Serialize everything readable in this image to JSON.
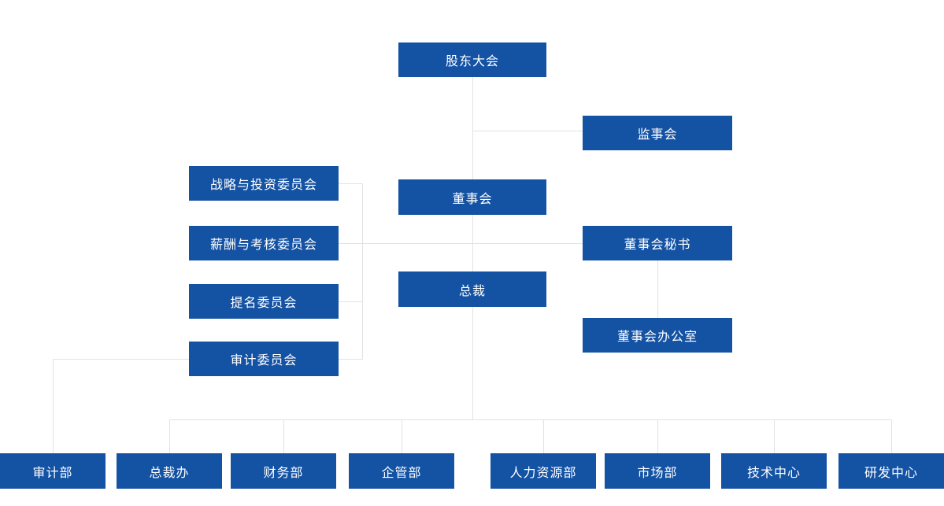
{
  "palette": {
    "node_background": "#1452a3",
    "node_text": "#ffffff",
    "connector": "#e2e2e2",
    "page_background": "#ffffff"
  },
  "org_chart": {
    "nodes": {
      "shareholders_meeting": {
        "label": "股东大会"
      },
      "supervisory_board": {
        "label": "监事会"
      },
      "board_of_directors": {
        "label": "董事会"
      },
      "strategy_investment_committee": {
        "label": "战略与投资委员会"
      },
      "compensation_assessment_committee": {
        "label": "薪酬与考核委员会"
      },
      "nomination_committee": {
        "label": "提名委员会"
      },
      "audit_committee": {
        "label": "审计委员会"
      },
      "board_secretary": {
        "label": "董事会秘书"
      },
      "president": {
        "label": "总裁"
      },
      "board_office": {
        "label": "董事会办公室"
      },
      "audit_dept": {
        "label": "审计部"
      },
      "president_office": {
        "label": "总裁办"
      },
      "finance_dept": {
        "label": "财务部"
      },
      "enterprise_mgmt_dept": {
        "label": "企管部"
      },
      "hr_dept": {
        "label": "人力资源部"
      },
      "marketing_dept": {
        "label": "市场部"
      },
      "technology_center": {
        "label": "技术中心"
      },
      "rd_center": {
        "label": "研发中心"
      }
    },
    "edges": [
      {
        "from": "shareholders_meeting",
        "to": "board_of_directors"
      },
      {
        "from": "shareholders_meeting",
        "to": "supervisory_board"
      },
      {
        "from": "board_of_directors",
        "to": "strategy_investment_committee"
      },
      {
        "from": "board_of_directors",
        "to": "compensation_assessment_committee"
      },
      {
        "from": "board_of_directors",
        "to": "nomination_committee"
      },
      {
        "from": "board_of_directors",
        "to": "audit_committee"
      },
      {
        "from": "board_of_directors",
        "to": "board_secretary"
      },
      {
        "from": "board_of_directors",
        "to": "president"
      },
      {
        "from": "board_secretary",
        "to": "board_office"
      },
      {
        "from": "audit_committee",
        "to": "audit_dept"
      },
      {
        "from": "president",
        "to": "president_office"
      },
      {
        "from": "president",
        "to": "finance_dept"
      },
      {
        "from": "president",
        "to": "enterprise_mgmt_dept"
      },
      {
        "from": "president",
        "to": "hr_dept"
      },
      {
        "from": "president",
        "to": "marketing_dept"
      },
      {
        "from": "president",
        "to": "technology_center"
      },
      {
        "from": "president",
        "to": "rd_center"
      }
    ]
  }
}
